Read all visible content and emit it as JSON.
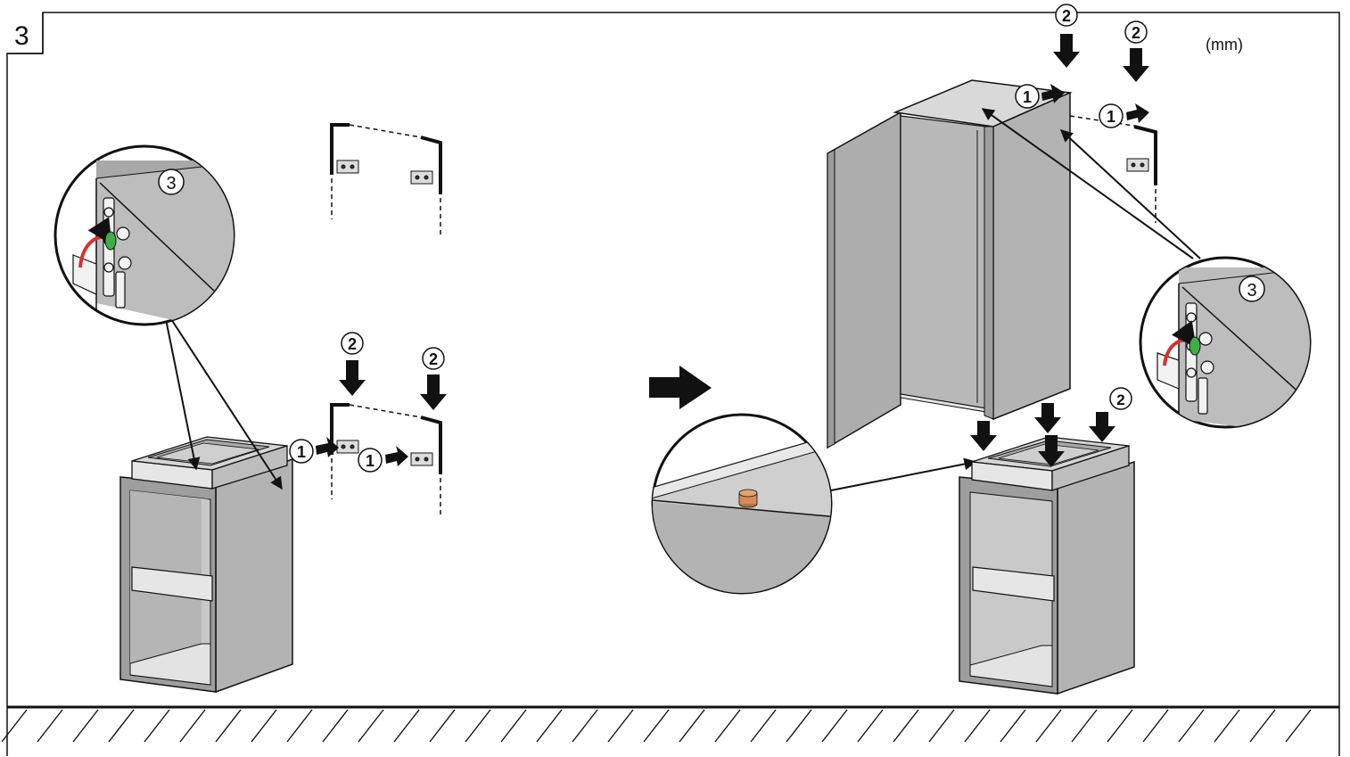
{
  "page": {
    "step_number": "3",
    "unit_label": "(mm)"
  },
  "callouts": {
    "step1": "1",
    "step2": "2",
    "step3": "3"
  },
  "icons": {
    "next_step": "right-arrow-icon",
    "floor": "hatched-floor-line",
    "dowel": "wooden-dowel"
  },
  "colors": {
    "panel_gray": "#b3b3b3",
    "panel_light": "#d9d9d9",
    "panel_dark": "#8c8c8c",
    "clip_green": "#3fae49",
    "hook_red": "#d8302f",
    "dowel_orange": "#d38c55",
    "ink": "#111111"
  }
}
